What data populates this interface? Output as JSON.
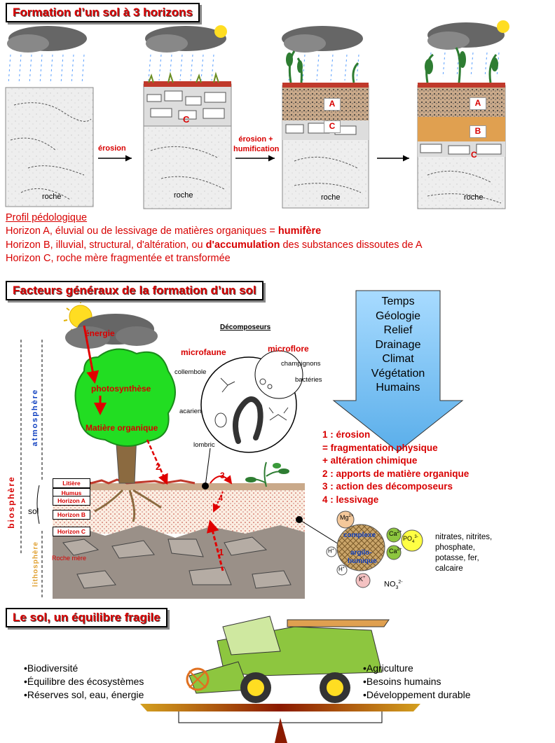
{
  "section1": {
    "title": "Formation d’un sol à 3 horizons",
    "panels": {
      "p1": {
        "roche": "roche"
      },
      "p2": {
        "c": "C",
        "roche": "roche"
      },
      "p3": {
        "a": "A",
        "c": "C",
        "roche": "roche"
      },
      "p4": {
        "a": "A",
        "b": "B",
        "c": "C",
        "roche": "roche"
      }
    },
    "arrows": {
      "a1": "érosion",
      "a2_line1": "érosion +",
      "a2_line2": "humification"
    },
    "profile": {
      "heading": "Profil pédologique",
      "lineA_pre": "Horizon A, éluvial ou de lessivage de matières organiques = ",
      "lineA_bold": "humifère",
      "lineB_pre": "Horizon B, illuvial, structural, d'altération, ou ",
      "lineB_bold": "d'accumulation",
      "lineB_post": " des substances dissoutes de A",
      "lineC": "Horizon C, roche mère fragmentée et transformée"
    }
  },
  "section2": {
    "title": "Facteurs généraux de la formation d’un sol",
    "energy": "énergie",
    "photosynthesis": "photosynthèse",
    "organic_matter": "Matière organique",
    "decomposers": {
      "title": "Décomposeurs",
      "microfaune": "microfaune",
      "microflore": "microflore",
      "collembole": "collembole",
      "champignons": "champignons",
      "bacteries": "bactéries",
      "acarien": "acarien",
      "lombric": "lombric"
    },
    "vertical": {
      "biosphere": "biosphère",
      "atmosphere": "atmosphère",
      "lithosphere": "lithosphère",
      "sol": "sol"
    },
    "horizons": [
      "Litière",
      "Humus",
      "Horizon A",
      "Horizon B",
      "Horizon C",
      "Roche mère"
    ],
    "process_numbers": [
      "1",
      "2",
      "3",
      "4"
    ],
    "factors": [
      "Temps",
      "Géologie",
      "Relief",
      "Drainage",
      "Climat",
      "Végétation",
      "Humains"
    ],
    "legend": [
      "1 : érosion",
      "= fragmentation physique",
      "+ altération chimique",
      "2 : apports de matière organique",
      "3 : action des décomposeurs",
      "4 : lessivage"
    ],
    "complex": {
      "label1": "complexe",
      "label2": "argilo-",
      "label3": "humique",
      "mg": "Mg",
      "mg_sup": "2+",
      "ca1": "Ca",
      "ca2": "Ca",
      "ca_sup": "2+",
      "po4": "PO",
      "po4_sub": "4",
      "po4_sup": "3-",
      "h": "H",
      "h_sup": "+",
      "k": "K",
      "k_sup": "+",
      "no3": "NO",
      "no3_sub": "3",
      "no3_sup": "2-"
    },
    "nutrients": [
      "nitrates, nitrites,",
      "phosphate,",
      "potasse, fer,",
      "calcaire"
    ]
  },
  "section3": {
    "title": "Le sol, un équilibre fragile",
    "left": [
      "•Biodiversité",
      "•Équilibre des écosystèmes",
      "•Réserves sol, eau, énergie"
    ],
    "right": [
      "•Agriculture",
      "•Besoins humains",
      "•Développement durable"
    ]
  },
  "colors": {
    "title_red": "#d80000",
    "factor_box": "#88ccff",
    "tree_green": "#22dd22",
    "soil_brown": "#a07850",
    "machine_green": "#8dc63f"
  }
}
